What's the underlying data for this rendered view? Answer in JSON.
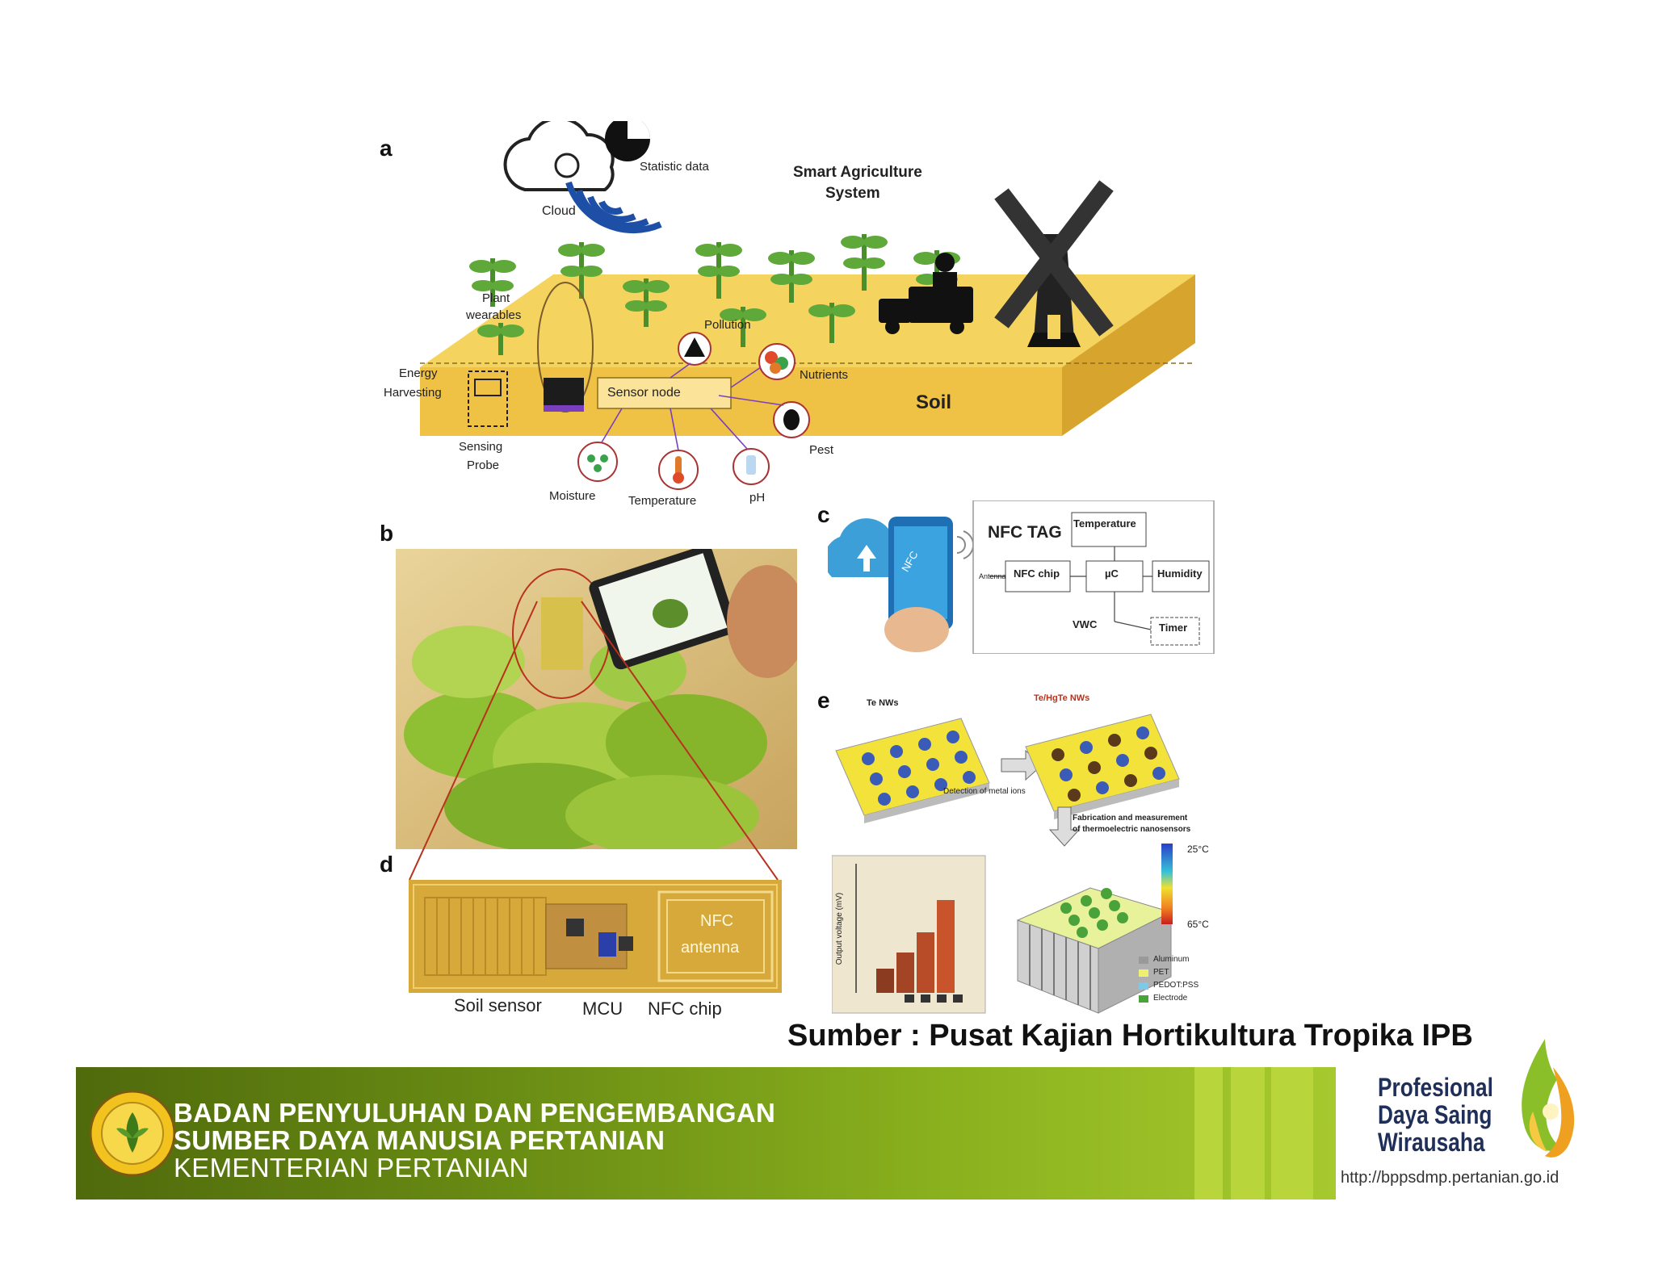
{
  "figure": {
    "panel_a": {
      "letter": "a",
      "title_line1": "Smart Agriculture",
      "title_line2": "System",
      "cloud": "Cloud",
      "statistic": "Statistic data",
      "plant_line1": "Plant",
      "plant_line2": "wearables",
      "pollution": "Pollution",
      "nutrients": "Nutrients",
      "energy_line1": "Energy",
      "energy_line2": "Harvesting",
      "sensor_node": "Sensor node",
      "soil": "Soil",
      "sensing_line1": "Sensing",
      "sensing_line2": "Probe",
      "pest": "Pest",
      "moisture": "Moisture",
      "temperature": "Temperature",
      "ph": "pH"
    },
    "panel_b": {
      "letter": "b"
    },
    "panel_c": {
      "letter": "c",
      "nfc_tag": "NFC TAG",
      "nfc": "NFC",
      "temperature": "Temperature",
      "nfc_chip": "NFC chip",
      "uc": "µC",
      "humidity": "Humidity",
      "vwc": "VWC",
      "timer": "Timer",
      "antenna": "Antenna"
    },
    "panel_d": {
      "letter": "d",
      "nfc_line1": "NFC",
      "nfc_line2": "antenna",
      "soil_sensor": "Soil sensor",
      "mcu": "MCU",
      "nfc_chip": "NFC chip"
    },
    "panel_e": {
      "letter": "e",
      "te_nws": "Te NWs",
      "tehgte_nws": "Te/HgTe NWs",
      "detection": "Detection of metal ions",
      "fabrication_line1": "Fabrication and measurement",
      "fabrication_line2": "of thermoelectric nanosensors",
      "temp_high": "25°C",
      "temp_low": "65°C",
      "ylabel": "Output voltage (mV)",
      "legend": [
        "Aluminum",
        "PET",
        "PEDOT:PSS",
        "Electrode"
      ]
    }
  },
  "source": "Sumber : Pusat Kajian Hortikultura Tropika IPB",
  "footer": {
    "line1": "BADAN PENYULUHAN DAN PENGEMBANGAN",
    "line2": "SUMBER DAYA MANUSIA PERTANIAN",
    "line3": "KEMENTERIAN PERTANIAN",
    "tagline": [
      "Profesional",
      "Daya Saing",
      "Wirausaha"
    ],
    "url": "http://bppsdmp.pertanian.go.id"
  },
  "colors": {
    "footer_dark": "#4f6a0c",
    "footer_light": "#a6c92e",
    "soil": "#f2c94c",
    "tagline": "#1f2f5a"
  }
}
